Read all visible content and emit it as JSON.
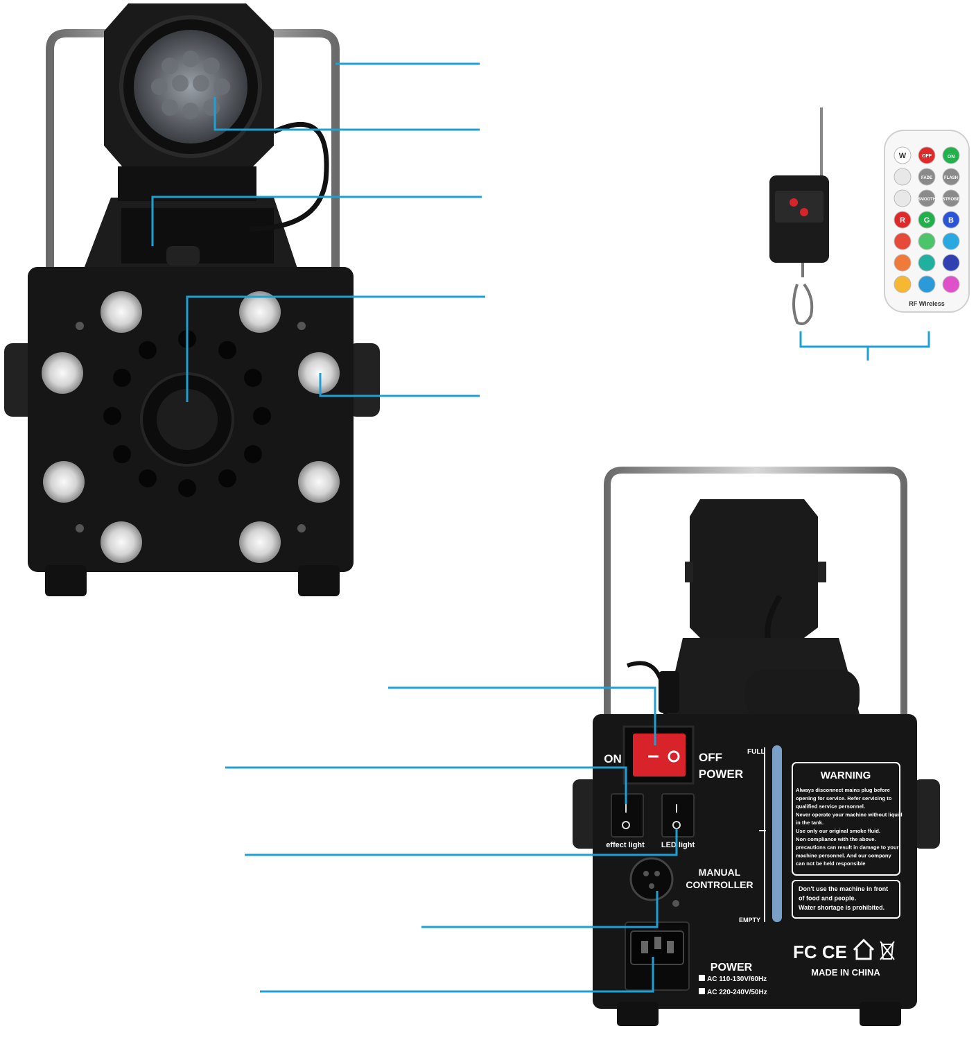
{
  "colors": {
    "leader_line": "#1ea0d6",
    "body": "#161616",
    "frame": "#9a9a9a",
    "switch_red": "#d8232a"
  },
  "back_panel": {
    "on_label": "ON",
    "off_label": "OFF",
    "power_switch_label": "POWER",
    "effect_light_label": "effect light",
    "led_light_label": "LED light",
    "gauge_full": "FULL",
    "gauge_empty": "EMPTY",
    "manual_controller_label": "MANUAL CONTROLLER",
    "power_label": "POWER",
    "voltage_1": "AC 110-130V/60Hz",
    "voltage_2": "AC 220-240V/50Hz",
    "made_in": "MADE IN CHINA",
    "cert_marks": "FC CE",
    "warning_title": "WARNING",
    "warning_lines": [
      "Always disconnect mains plug before",
      "opening for service. Refer servicing to",
      "qualified service personnel.",
      "Never operate your machine without liquid",
      "in the tank.",
      "Use only our original smoke fluid.",
      "Non compliance with the above.",
      "precautions can result in damage to your",
      "machine personnel. And our company",
      "can not be held responsible"
    ],
    "notice_lines": [
      "Don't use the machine in front",
      "of food and people.",
      "Water shortage is prohibited."
    ]
  },
  "remote": {
    "brand_text": "RF Wireless",
    "buttons": [
      {
        "label": "W",
        "color": "#ffffff"
      },
      {
        "label": "OFF",
        "color": "#e02a2a"
      },
      {
        "label": "ON",
        "color": "#22b04b"
      },
      {
        "label": "",
        "color": "#e8e8e8"
      },
      {
        "label": "FADE",
        "color": "#8a8a8a"
      },
      {
        "label": "FLASH",
        "color": "#8a8a8a"
      },
      {
        "label": "",
        "color": "#e8e8e8"
      },
      {
        "label": "SMOOTH",
        "color": "#8a8a8a"
      },
      {
        "label": "STROBE",
        "color": "#8a8a8a"
      },
      {
        "label": "R",
        "color": "#e02a2a"
      },
      {
        "label": "G",
        "color": "#22b04b"
      },
      {
        "label": "B",
        "color": "#2a55d8"
      },
      {
        "label": "",
        "color": "#e84a3a"
      },
      {
        "label": "",
        "color": "#4cc46a"
      },
      {
        "label": "",
        "color": "#2aa8e0"
      },
      {
        "label": "",
        "color": "#f07a3a"
      },
      {
        "label": "",
        "color": "#20b0a0"
      },
      {
        "label": "",
        "color": "#3040b0"
      },
      {
        "label": "",
        "color": "#f5b830"
      },
      {
        "label": "",
        "color": "#2a9ad8"
      },
      {
        "label": "",
        "color": "#e050c8"
      }
    ]
  }
}
